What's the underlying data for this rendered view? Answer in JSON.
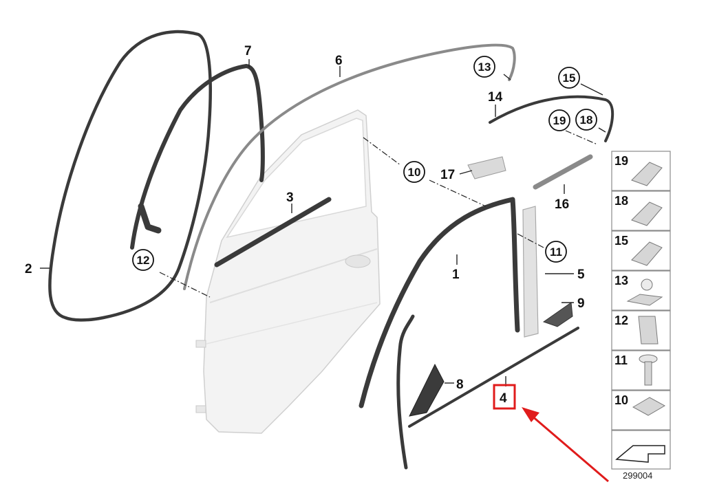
{
  "diagram": {
    "callouts": [
      {
        "id": "c1",
        "text": "1"
      },
      {
        "id": "c2",
        "text": "2"
      },
      {
        "id": "c3",
        "text": "3"
      },
      {
        "id": "c4",
        "text": "4"
      },
      {
        "id": "c5",
        "text": "5"
      },
      {
        "id": "c6",
        "text": "6"
      },
      {
        "id": "c7",
        "text": "7"
      },
      {
        "id": "c8",
        "text": "8"
      },
      {
        "id": "c9",
        "text": "9"
      },
      {
        "id": "c10",
        "text": "10"
      },
      {
        "id": "c11",
        "text": "11"
      },
      {
        "id": "c12",
        "text": "12"
      },
      {
        "id": "c13",
        "text": "13"
      },
      {
        "id": "c14",
        "text": "14"
      },
      {
        "id": "c15",
        "text": "15"
      },
      {
        "id": "c16",
        "text": "16"
      },
      {
        "id": "c17",
        "text": "17"
      },
      {
        "id": "c18",
        "text": "18"
      },
      {
        "id": "c19",
        "text": "19"
      }
    ],
    "side_panel": [
      "19",
      "18",
      "15",
      "13",
      "12",
      "11",
      "10"
    ],
    "doc_number": "299004",
    "highlight_color": "#e01b1b"
  }
}
